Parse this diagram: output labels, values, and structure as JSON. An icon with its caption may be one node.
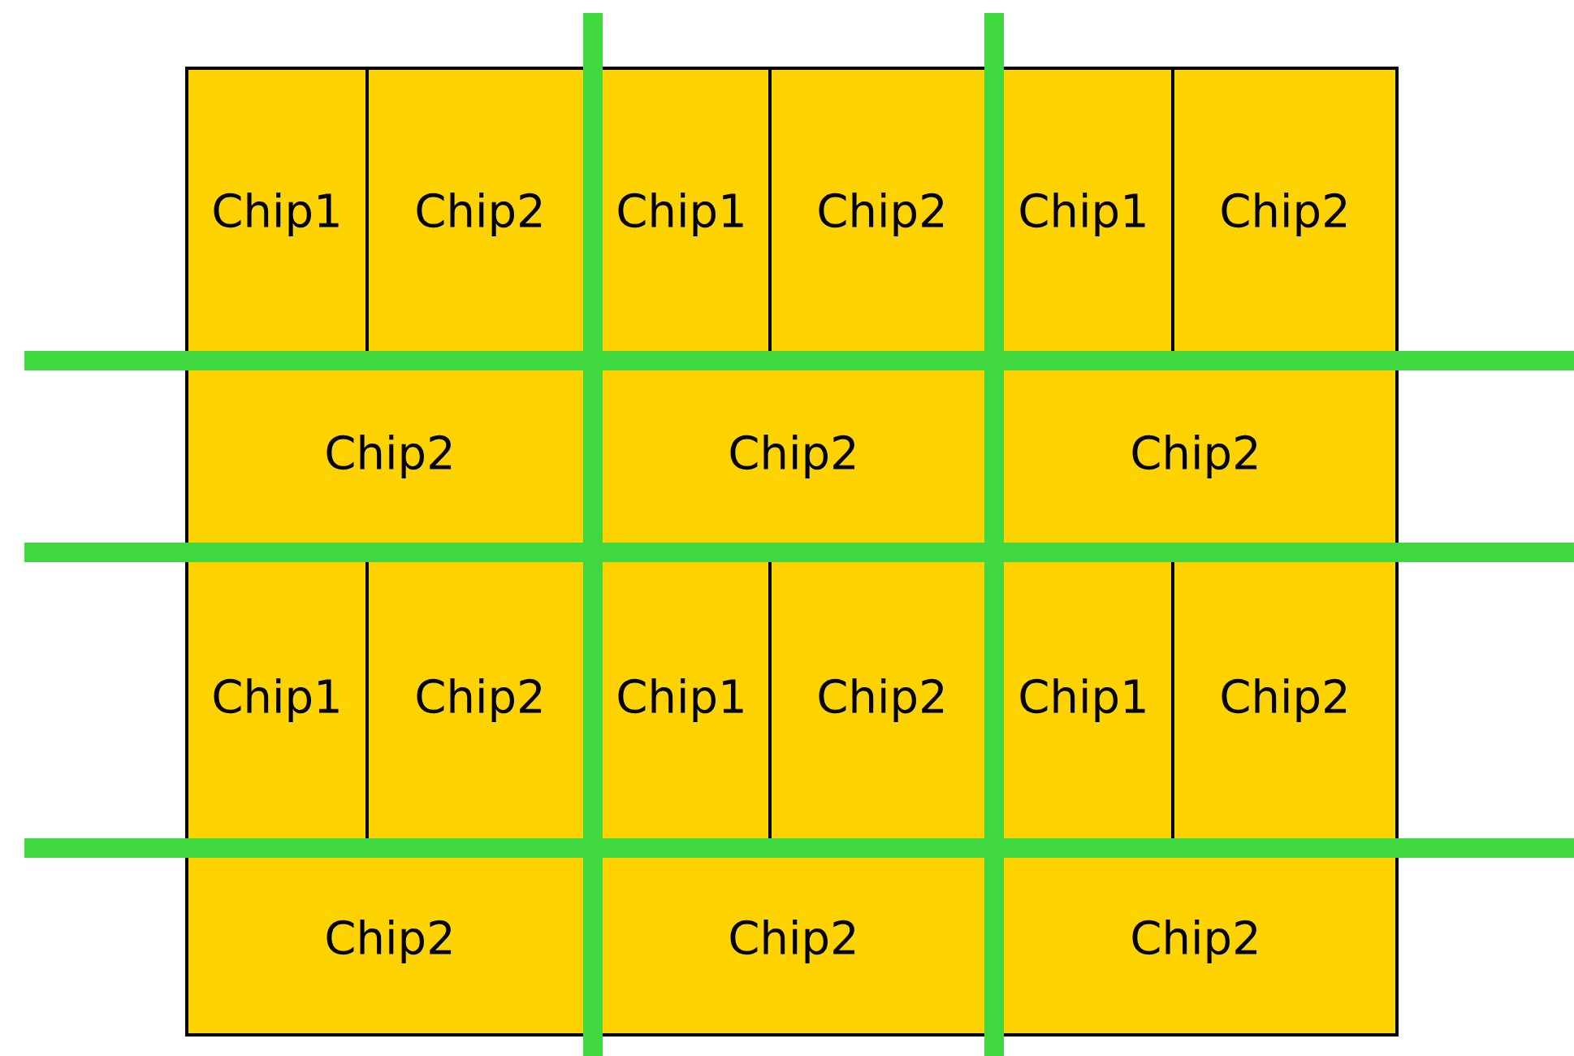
{
  "diagram": {
    "nodes": [
      {
        "text": [
          "Chip1"
        ]
      },
      {
        "text": [
          "Chip2"
        ]
      },
      {
        "text": [
          "Chip1"
        ]
      },
      {
        "text": [
          "Chip2"
        ]
      },
      {
        "text": [
          "Chip1"
        ]
      },
      {
        "text": [
          "Chip2"
        ]
      },
      {
        "text": [
          "Chip2"
        ]
      },
      {
        "text": [
          "Chip2"
        ]
      },
      {
        "text": [
          "Chip2"
        ]
      },
      {
        "text": [
          "Chip1"
        ]
      },
      {
        "text": [
          "Chip2"
        ]
      },
      {
        "text": [
          "Chip1"
        ]
      },
      {
        "text": [
          "Chip2"
        ]
      },
      {
        "text": [
          "Chip1"
        ]
      },
      {
        "text": [
          "Chip2"
        ]
      },
      {
        "text": [
          "Chip2"
        ]
      },
      {
        "text": [
          "Chip2"
        ]
      },
      {
        "text": [
          "Chip2"
        ]
      }
    ]
  }
}
